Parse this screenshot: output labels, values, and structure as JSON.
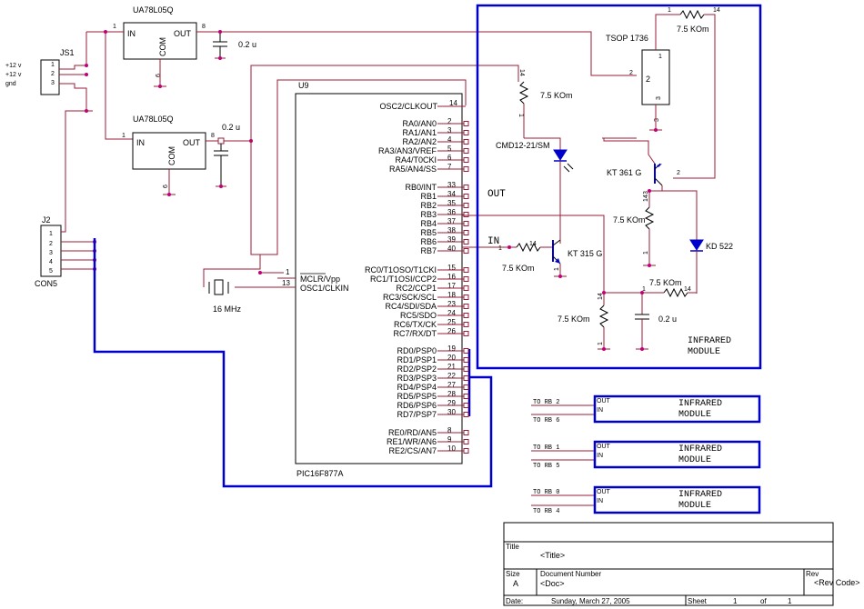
{
  "regulator1": {
    "name": "UA78L05Q",
    "in": "IN",
    "out": "OUT",
    "com": "COM",
    "pin_in": "1",
    "pin_out": "8",
    "pin_gnd": "6"
  },
  "regulator2": {
    "name": "UA78L05Q",
    "in": "IN",
    "out": "OUT",
    "com": "COM",
    "pin_in": "1",
    "pin_out": "8",
    "pin_gnd": "6"
  },
  "cap1": "0.2 u",
  "cap2": "0.2 u",
  "js1": {
    "ref": "JS1",
    "pins": [
      "1",
      "2",
      "3"
    ],
    "labels": [
      "+12 v",
      "+12 v",
      "gnd"
    ]
  },
  "j2": {
    "ref": "J2",
    "name": "CON5",
    "pins": [
      "1",
      "2",
      "3",
      "4",
      "5"
    ]
  },
  "crystal": "16 MHz",
  "mcu": {
    "ref": "U9",
    "name": "PIC16F877A",
    "top": {
      "label": "OSC2/CLKOUT",
      "pin": "14"
    },
    "mclr": {
      "label": "MCLR/Vpp",
      "pin": "1"
    },
    "osc1": {
      "label": "OSC1/CLKIN",
      "pin": "13"
    },
    "right_pins": [
      {
        "label": "RA0/AN0",
        "pin": "2"
      },
      {
        "label": "RA1/AN1",
        "pin": "3"
      },
      {
        "label": "RA2/AN2",
        "pin": "4"
      },
      {
        "label": "RA3/AN3/VREF",
        "pin": "5"
      },
      {
        "label": "RA4/T0CKI",
        "pin": "6"
      },
      {
        "label": "RA5/AN4/SS",
        "pin": "7"
      },
      {
        "label": "RB0/INT",
        "pin": "33"
      },
      {
        "label": "RB1",
        "pin": "34"
      },
      {
        "label": "RB2",
        "pin": "35"
      },
      {
        "label": "RB3",
        "pin": "36"
      },
      {
        "label": "RB4",
        "pin": "37"
      },
      {
        "label": "RB5",
        "pin": "38"
      },
      {
        "label": "RB6",
        "pin": "39"
      },
      {
        "label": "RB7",
        "pin": "40"
      },
      {
        "label": "RC0/T1OSO/T1CKI",
        "pin": "15"
      },
      {
        "label": "RC1/T1OSI/CCP2",
        "pin": "16"
      },
      {
        "label": "RC2/CCP1",
        "pin": "17"
      },
      {
        "label": "RC3/SCK/SCL",
        "pin": "18"
      },
      {
        "label": "RC4/SDI/SDA",
        "pin": "23"
      },
      {
        "label": "RC5/SDO",
        "pin": "24"
      },
      {
        "label": "RC6/TX/CK",
        "pin": "25"
      },
      {
        "label": "RC7/RX/DT",
        "pin": "26"
      },
      {
        "label": "RD0/PSP0",
        "pin": "19"
      },
      {
        "label": "RD1/PSP1",
        "pin": "20"
      },
      {
        "label": "RD2/PSP2",
        "pin": "21"
      },
      {
        "label": "RD3/PSP3",
        "pin": "22"
      },
      {
        "label": "RD4/PSP4",
        "pin": "27"
      },
      {
        "label": "RD5/PSP5",
        "pin": "28"
      },
      {
        "label": "RD6/PSP6",
        "pin": "29"
      },
      {
        "label": "RD7/PSP7",
        "pin": "30"
      },
      {
        "label": "RE0/RD/AN5",
        "pin": "8"
      },
      {
        "label": "RE1/WR/AN6",
        "pin": "9"
      },
      {
        "label": "RE2/CS/AN7",
        "pin": "10"
      }
    ]
  },
  "ir": {
    "tsop": "TSOP 1736",
    "r_top": "7.5 KOm",
    "r_led": "7.5 KOm",
    "led": "CMD12-21/SM",
    "out_label": "OUT",
    "in_label": "IN",
    "t1": "KT 361 G",
    "r_mid": "7.5 KOm",
    "diode": "KD 522",
    "r_base": "7.5 KOm",
    "t2": "KT 315 G",
    "r_bottom1": "7.5 KOm",
    "r_bottom2": "7.5 KOm",
    "c_bottom": "0.2 u",
    "module_line1": "INFRARED",
    "module_line2": "MODULE",
    "pins": {
      "p14a": "14",
      "p1a": "1",
      "p2": "2",
      "p3": "3",
      "p14b": "14",
      "p1b": "1",
      "p2b": "2",
      "p3b": "3",
      "p14c": "14",
      "p1c": "1",
      "p14d": "14",
      "p1d": "1",
      "p2c": "2",
      "p3c": "3",
      "p14e": "14",
      "p14f": "14",
      "p1e": "1",
      "p1f": "1",
      "p1g": "1",
      "p14g": "14",
      "p1h": "1"
    }
  },
  "modules": [
    {
      "out_net": "TO RB 2",
      "in_net": "TO RB 6",
      "out": "OUT",
      "in": "IN",
      "line1": "INFRARED",
      "line2": "MODULE"
    },
    {
      "out_net": "TO RB 1",
      "in_net": "TO RB 5",
      "out": "OUT",
      "in": "IN",
      "line1": "INFRARED",
      "line2": "MODULE"
    },
    {
      "out_net": "TO RB 0",
      "in_net": "TO RB 4",
      "out": "OUT",
      "in": "IN",
      "line1": "INFRARED",
      "line2": "MODULE"
    }
  ],
  "title_block": {
    "title_label": "Title",
    "title_value": "<Title>",
    "size_label": "Size",
    "size_value": "A",
    "doc_label": "Document Number",
    "doc_value": "<Doc>",
    "rev_label": "Rev",
    "rev_value": "<Rev Code>",
    "date_label": "Date:",
    "date_value": "Sunday, March 27, 2005",
    "sheet_label": "Sheet",
    "sheet_num": "1",
    "of_label": "of",
    "sheet_total": "1"
  }
}
